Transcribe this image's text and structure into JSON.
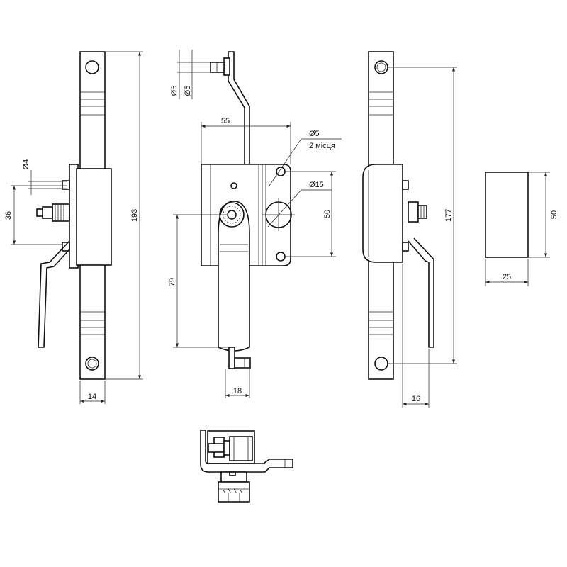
{
  "title": "Rod lock technical drawing",
  "colors": {
    "line": "#111111",
    "background": "#ffffff"
  },
  "dimensions": {
    "side_view": {
      "width": "14",
      "height": "193",
      "bolt_offset": "36",
      "pin_diameter": "Ø4"
    },
    "front_view": {
      "pin_outer": "Ø6",
      "pin_inner": "Ø5",
      "plate_width": "55",
      "holes_diameter": "Ø5",
      "holes_count": "2 місця",
      "big_hole": "Ø15",
      "holes_spacing": "50",
      "lever_length": "79",
      "lever_width": "18"
    },
    "back_view": {
      "hole_spacing": "177",
      "offset": "16"
    },
    "cover_view": {
      "height": "50",
      "width": "25"
    }
  }
}
